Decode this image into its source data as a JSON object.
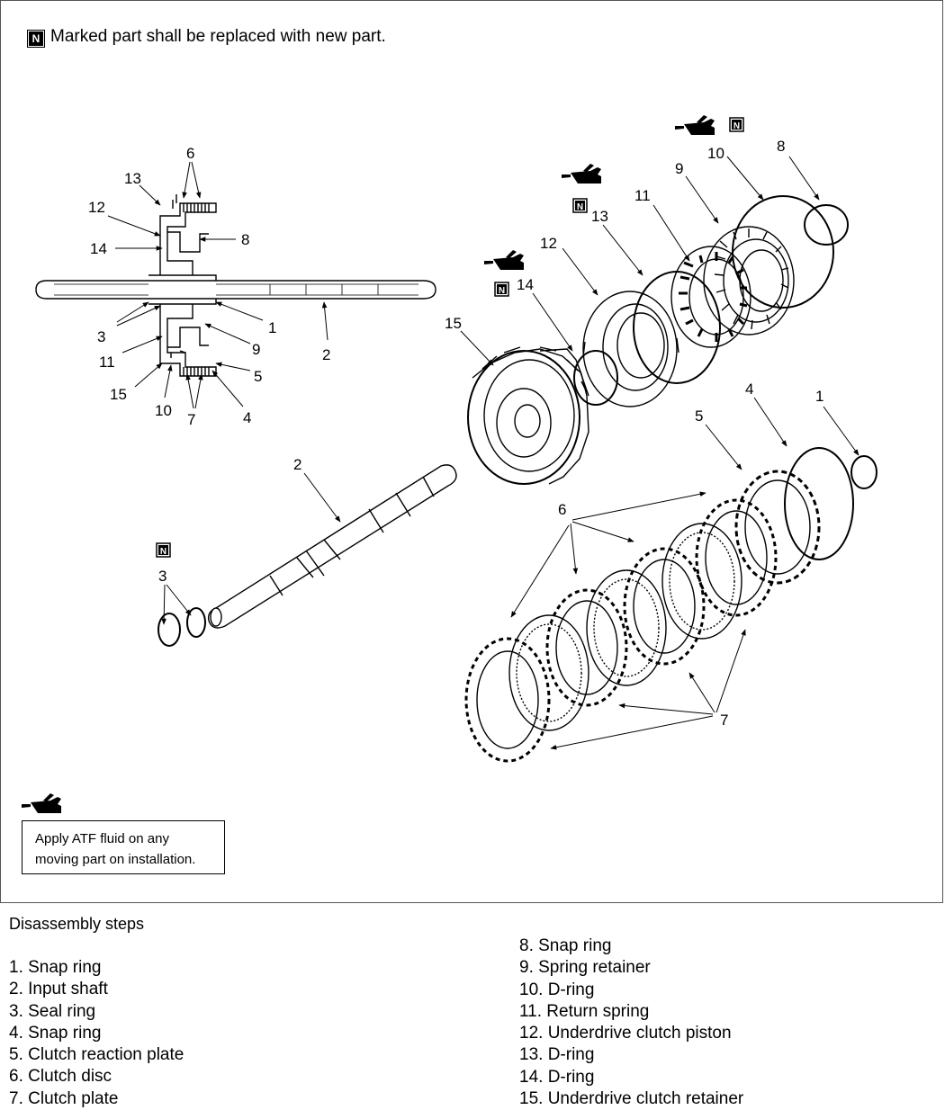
{
  "note": {
    "badge": "N",
    "text": "Marked part shall be replaced with new part."
  },
  "callouts": {
    "section_view": [
      "6",
      "13",
      "12",
      "8",
      "14",
      "1",
      "2",
      "3",
      "9",
      "11",
      "5",
      "15",
      "10",
      "7",
      "4"
    ],
    "exploded": [
      "10",
      "8",
      "9",
      "13",
      "11",
      "12",
      "14",
      "15",
      "4",
      "1",
      "5",
      "2",
      "3",
      "6",
      "7"
    ]
  },
  "badges": {
    "n": "N"
  },
  "legend": {
    "icon": "oil-can-icon",
    "line1": "Apply ATF fluid on any",
    "line2": "moving part on installation."
  },
  "steps": {
    "title": "Disassembly steps",
    "left": [
      "1.  Snap ring",
      "2.  Input shaft",
      "3.  Seal ring",
      "4.  Snap ring",
      "5.  Clutch reaction plate",
      "6.  Clutch disc",
      "7.  Clutch plate"
    ],
    "right": [
      "8.  Snap ring",
      "9.  Spring retainer",
      "10.  D-ring",
      "11.  Return spring",
      "12.  Underdrive clutch piston",
      "13.  D-ring",
      "14.  D-ring",
      "15.  Underdrive clutch retainer"
    ]
  }
}
